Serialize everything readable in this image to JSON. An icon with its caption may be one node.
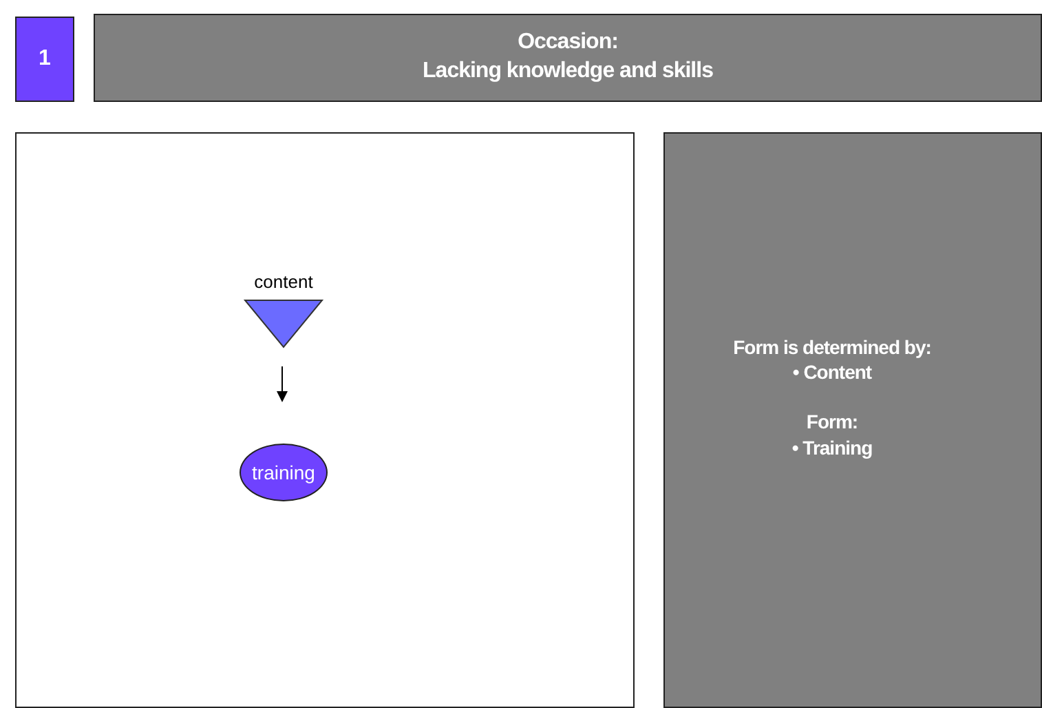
{
  "diagram": {
    "nodes": [
      {
        "text": [
          "1"
        ]
      },
      {
        "text": [
          "Occasion:",
          "Lacking knowledge and skills"
        ]
      },
      {
        "text": [],
        "shape": "box"
      },
      {
        "text": [
          "content"
        ],
        "in": 2
      },
      {
        "text": [
          "training"
        ],
        "in": 2
      },
      {
        "text": [
          "Form is determined by:",
          "• Content",
          "Form:",
          "• Training"
        ]
      }
    ],
    "edges": [
      {
        "from": 3,
        "to": 4,
        "arrow": "to"
      }
    ]
  }
}
